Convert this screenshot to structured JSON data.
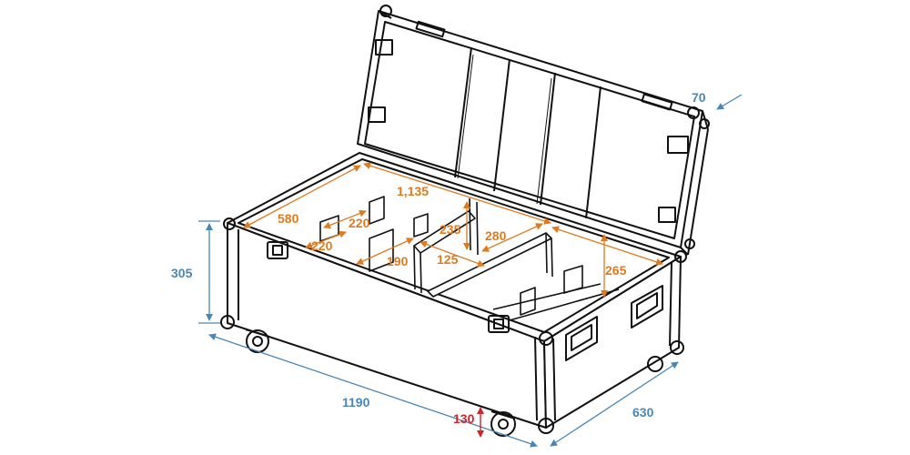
{
  "colors": {
    "external_dimension": "#4a86b6",
    "internal_dimension": "#e07a1f",
    "wheel_dimension": "#d3232a",
    "outline": "#111111",
    "background": "#ffffff"
  },
  "external_dimensions": {
    "height": "305",
    "length": "1190",
    "width": "630",
    "lid_depth": "70"
  },
  "internal_dimensions": {
    "length": "1,135",
    "width": "580",
    "compartment_a_width": "220",
    "compartment_a_depth": "220",
    "compartment_b_width": "190",
    "compartment_c_width": "125",
    "partition_height": "235",
    "compartment_c_depth": "280",
    "interior_height": "265"
  },
  "wheel_dimensions": {
    "wheel_height": "130"
  }
}
